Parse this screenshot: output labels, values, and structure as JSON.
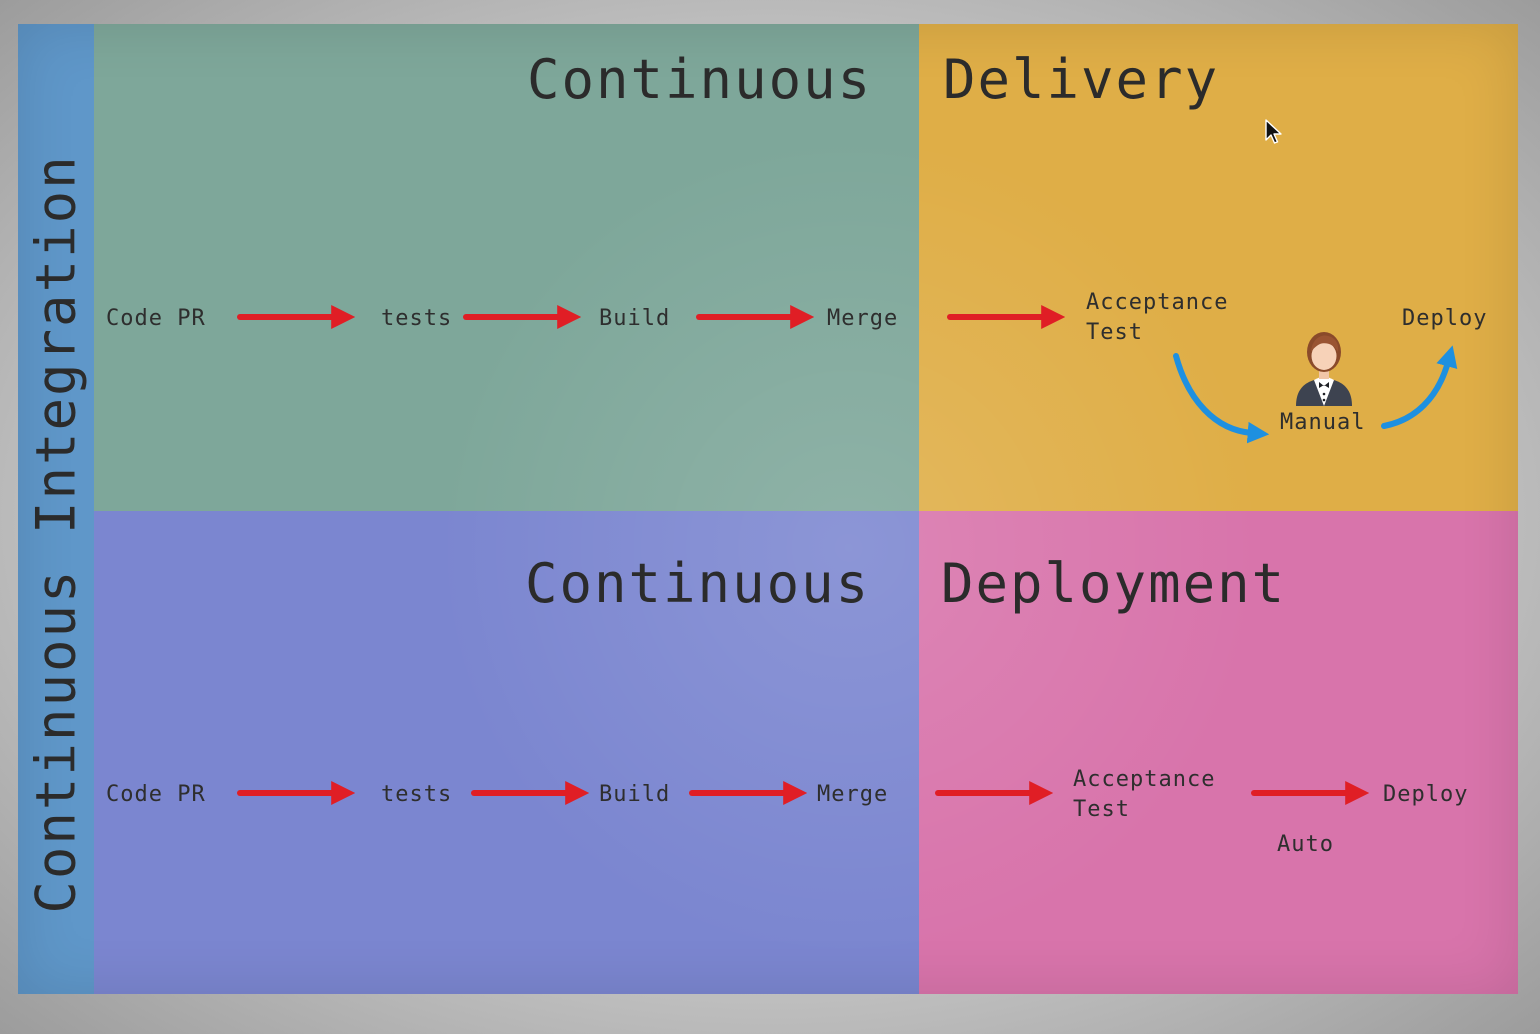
{
  "sidebar": {
    "label": "Continuous Integration"
  },
  "delivery": {
    "title_left": "Continuous",
    "title_right": "Delivery",
    "steps": [
      "Code PR",
      "tests",
      "Build",
      "Merge"
    ],
    "acceptance": "Acceptance\nTest",
    "deploy": "Deploy",
    "manual": "Manual"
  },
  "deployment": {
    "title_left": "Continuous",
    "title_right": "Deployment",
    "steps": [
      "Code PR",
      "tests",
      "Build",
      "Merge"
    ],
    "acceptance": "Acceptance\nTest",
    "deploy": "Deploy",
    "auto": "Auto"
  },
  "colors": {
    "ci_sidebar": "#5f97c9",
    "delivery_ci": "#7ea79a",
    "delivery_cd": "#dfae47",
    "deployment_ci": "#7b86d0",
    "deployment_cd": "#d874ab",
    "flow_arrow": "#e01e25",
    "manual_arrow": "#1e90e0"
  },
  "icons": {
    "flow": "red-right-arrow-icon",
    "manual_path": "blue-curved-arrow-icon",
    "approver": "person-icon",
    "pointer": "mouse-cursor-icon"
  }
}
